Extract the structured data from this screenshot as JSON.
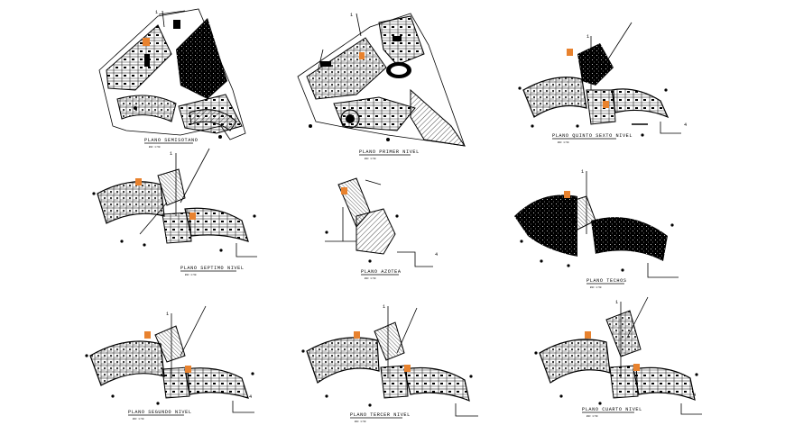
{
  "drawing": {
    "panels": [
      {
        "id": "sotano",
        "title": "PLANO SEMISOTANO",
        "scale_text": "ESC 1:50"
      },
      {
        "id": "primer",
        "title": "PLANO PRIMER NIVEL",
        "scale_text": "ESC 1:50"
      },
      {
        "id": "quinto-sexto",
        "title": "PLANO QUINTO SEXTO NIVEL",
        "scale_text": "ESC 1:50"
      },
      {
        "id": "septimo",
        "title": "PLANO SEPTIMO NIVEL",
        "scale_text": "ESC 1:50"
      },
      {
        "id": "azotea",
        "title": "PLANO AZOTEA",
        "scale_text": "ESC 1:50"
      },
      {
        "id": "techos",
        "title": "PLANO TECHOS",
        "scale_text": "ESC 1:50"
      },
      {
        "id": "segundo",
        "title": "PLANO SEGUNDO NIVEL",
        "scale_text": "ESC 1:50"
      },
      {
        "id": "tercer",
        "title": "PLANO TERCER NIVEL",
        "scale_text": "ESC 1:50"
      },
      {
        "id": "cuarto",
        "title": "PLANO CUARTO NIVEL",
        "scale_text": "ESC 1:50"
      }
    ],
    "colors": {
      "ink": "#000000",
      "paper": "#ffffff",
      "accent": "#e8822e"
    }
  }
}
